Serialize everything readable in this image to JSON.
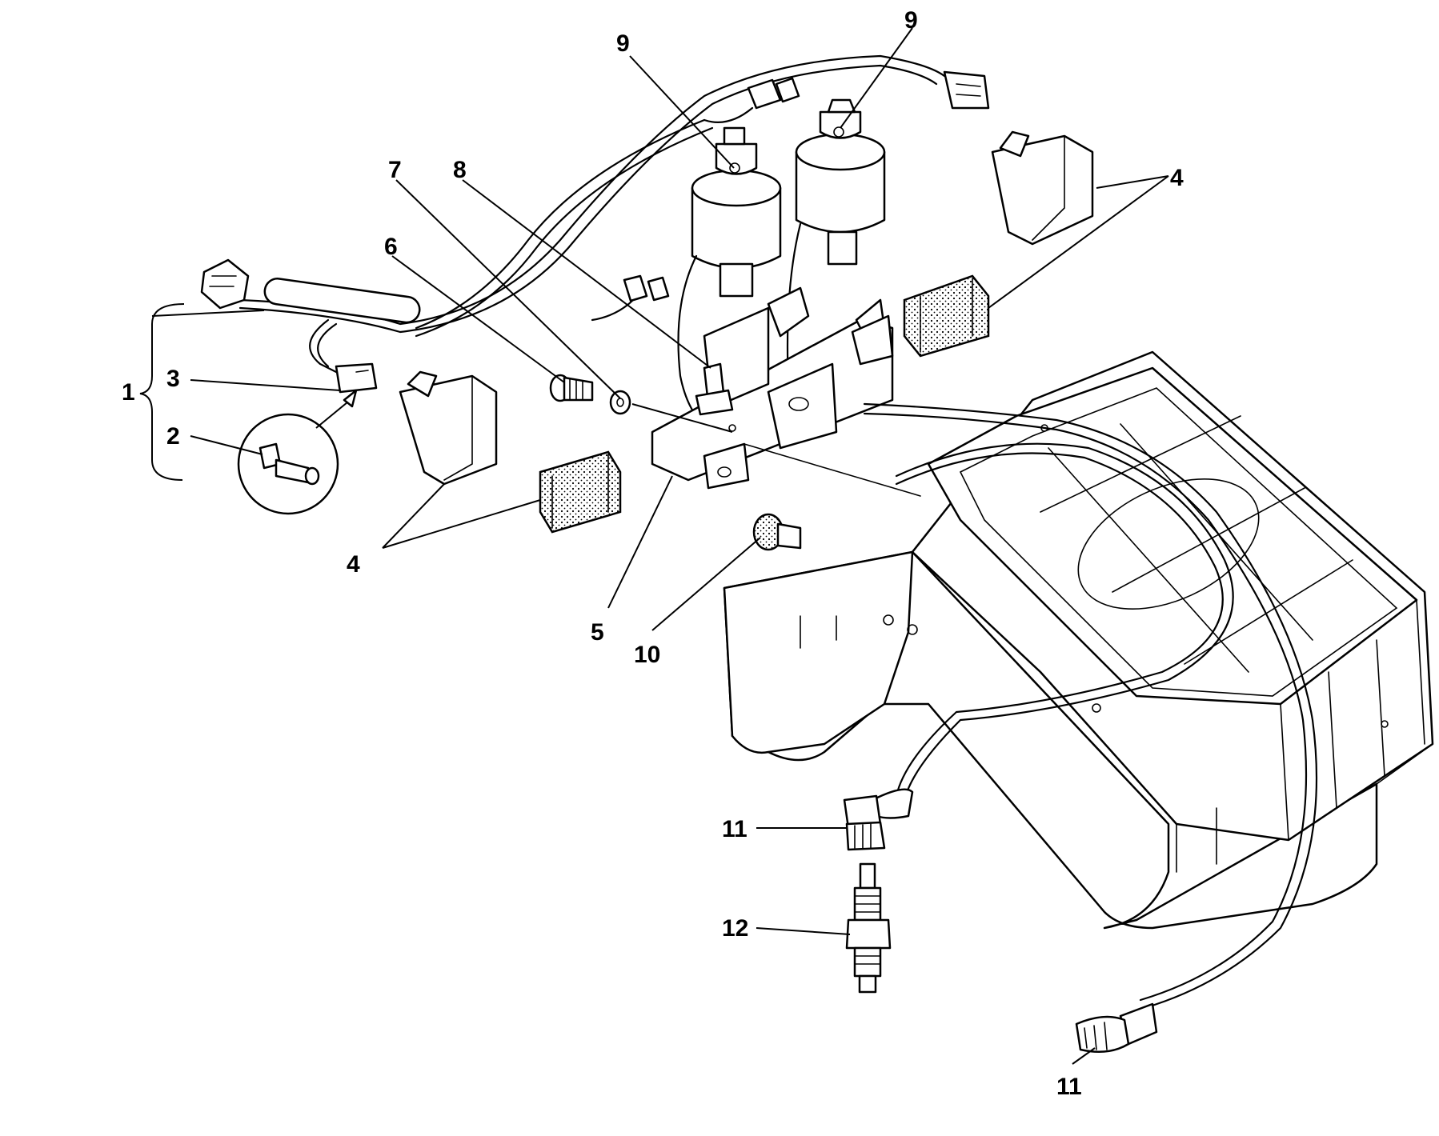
{
  "callouts": {
    "c1": "1",
    "c2": "2",
    "c3": "3",
    "c4a": "4",
    "c4b": "4",
    "c5": "5",
    "c6": "6",
    "c7": "7",
    "c8": "8",
    "c9a": "9",
    "c9b": "9",
    "c10": "10",
    "c11a": "11",
    "c11b": "11",
    "c12": "12"
  },
  "colors": {
    "ink": "#000000",
    "paper": "#ffffff"
  }
}
